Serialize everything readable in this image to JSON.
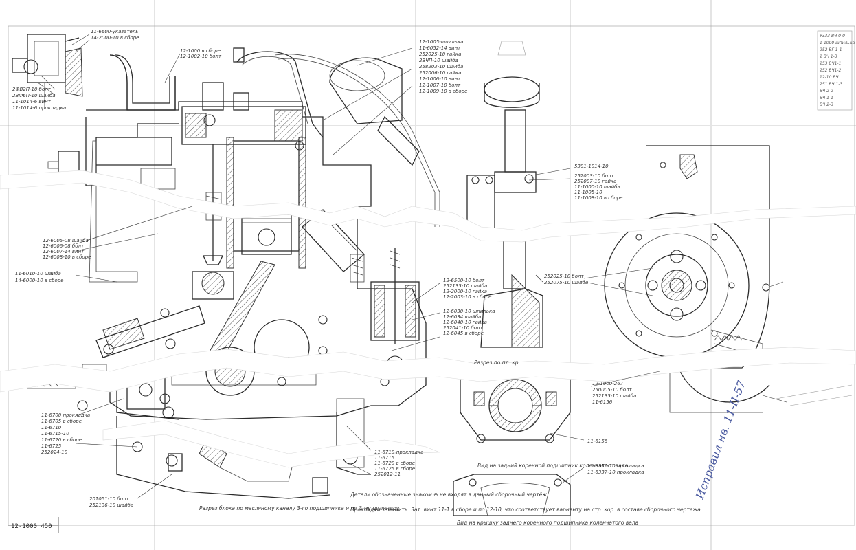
{
  "sheet_number": "12-1000 450",
  "labels": {
    "top_left": [
      "11-6600-указатель",
      "14-2000-10 в сборе",
      "2ФВ2П-10 болт",
      "2ВФ6П-10 шайба",
      "11-1014-6 винт",
      "11-1014-6 прокладка"
    ],
    "top_mid": [
      "12-1000 в сборе",
      "12-1002-10 болт",
      "12-1005-шпилька",
      "11-6052-14 винт",
      "252025-10 гайка",
      "2ВЧП-10 шайба",
      "258203-10 шайба",
      "252006-10 гайка",
      "12-1006-10 винт",
      "12-1007-10 болт",
      "12-1009-10 в сборе"
    ],
    "mid_left": [
      "12-6005-08 шайба",
      "12-6006-08 болт",
      "12-6007-14 винт",
      "12-6008-10 в сборе",
      "11-6010-10 шайба",
      "14-6000-10 в сборе"
    ],
    "mid_center": [
      "12-6500-10 болт",
      "252135-10 шайба",
      "12-2000-10 гайка",
      "12-2003-10 в сборе",
      "12-6030-10 шпилька",
      "12-6034 шайба",
      "12-6040-10 гайка",
      "252041-10 болт",
      "12-6045 в сборе"
    ],
    "lower_left": [
      "11-6700 прокладка",
      "11-6705 в сборе",
      "11-6710",
      "11-6715-10",
      "11-6720 в сборе",
      "11-6725",
      "252024-10"
    ],
    "lower_center": [
      "11-6710-прокладка",
      "11-6715",
      "11-6720 в сборе",
      "11-6725 в сборе",
      "252012-11"
    ],
    "lower_bottom": [
      "201051-10 болт",
      "252136-10 шайба"
    ],
    "right_mid": [
      "5301-1014-10",
      "252003-10 болт",
      "252007-10 гайка",
      "11-1000-10 шайба",
      "11-1005-10",
      "11-1008-10 в сборе"
    ],
    "right_flywheel": [
      "252025-10 болт",
      "252075-10 шайба"
    ],
    "right_lower": [
      "12-1000-267",
      "250005-10 болт",
      "252135-10 шайба",
      "11-6156"
    ],
    "right_bottom": [
      "11-6156",
      "11-6336-10 прокладка",
      "11-6337-10 прокладка"
    ],
    "table_top_right": [
      "У333 ВЧ 0-0",
      "1-1000 шпилька",
      "252 ВГ 1-1",
      "2 ВЧ 1-3",
      "253 ВЧ1-1",
      "252 ВЧ1-2",
      "12-10 ВЧ",
      "251 ВЧ 1-3",
      "ВЧ 2-2",
      "ВЧ 1-1",
      "ВЧ 2-3"
    ]
  },
  "notes": {
    "cross_section_note": "Разрез блока по масляному каналу 3-го подшипника и по 3-му цилиндру.",
    "detail_note_title": "Детали обозначенные знаком ⊕ не входят в данный сборочный чертёж.",
    "detail_note_body": "Прокладки заменить. Зат. винт 11-1 в сборе и по 12-10, что соответствует варианту на стр. кор. в составе сборочного чертежа.",
    "view_rear_bearing": "Вид на задний коренной подшипник коленчатого вала",
    "section_cap": "Разрез по пл. кр.",
    "view_front": "Вид на крышку заднего коренного подшипника коленчатого вала"
  },
  "handwriting": "Исправил нв. 11-II-57",
  "colors": {
    "ink": "#2b2b2b",
    "paper": "#ffffff",
    "handwriting": "#4a5aa0"
  }
}
